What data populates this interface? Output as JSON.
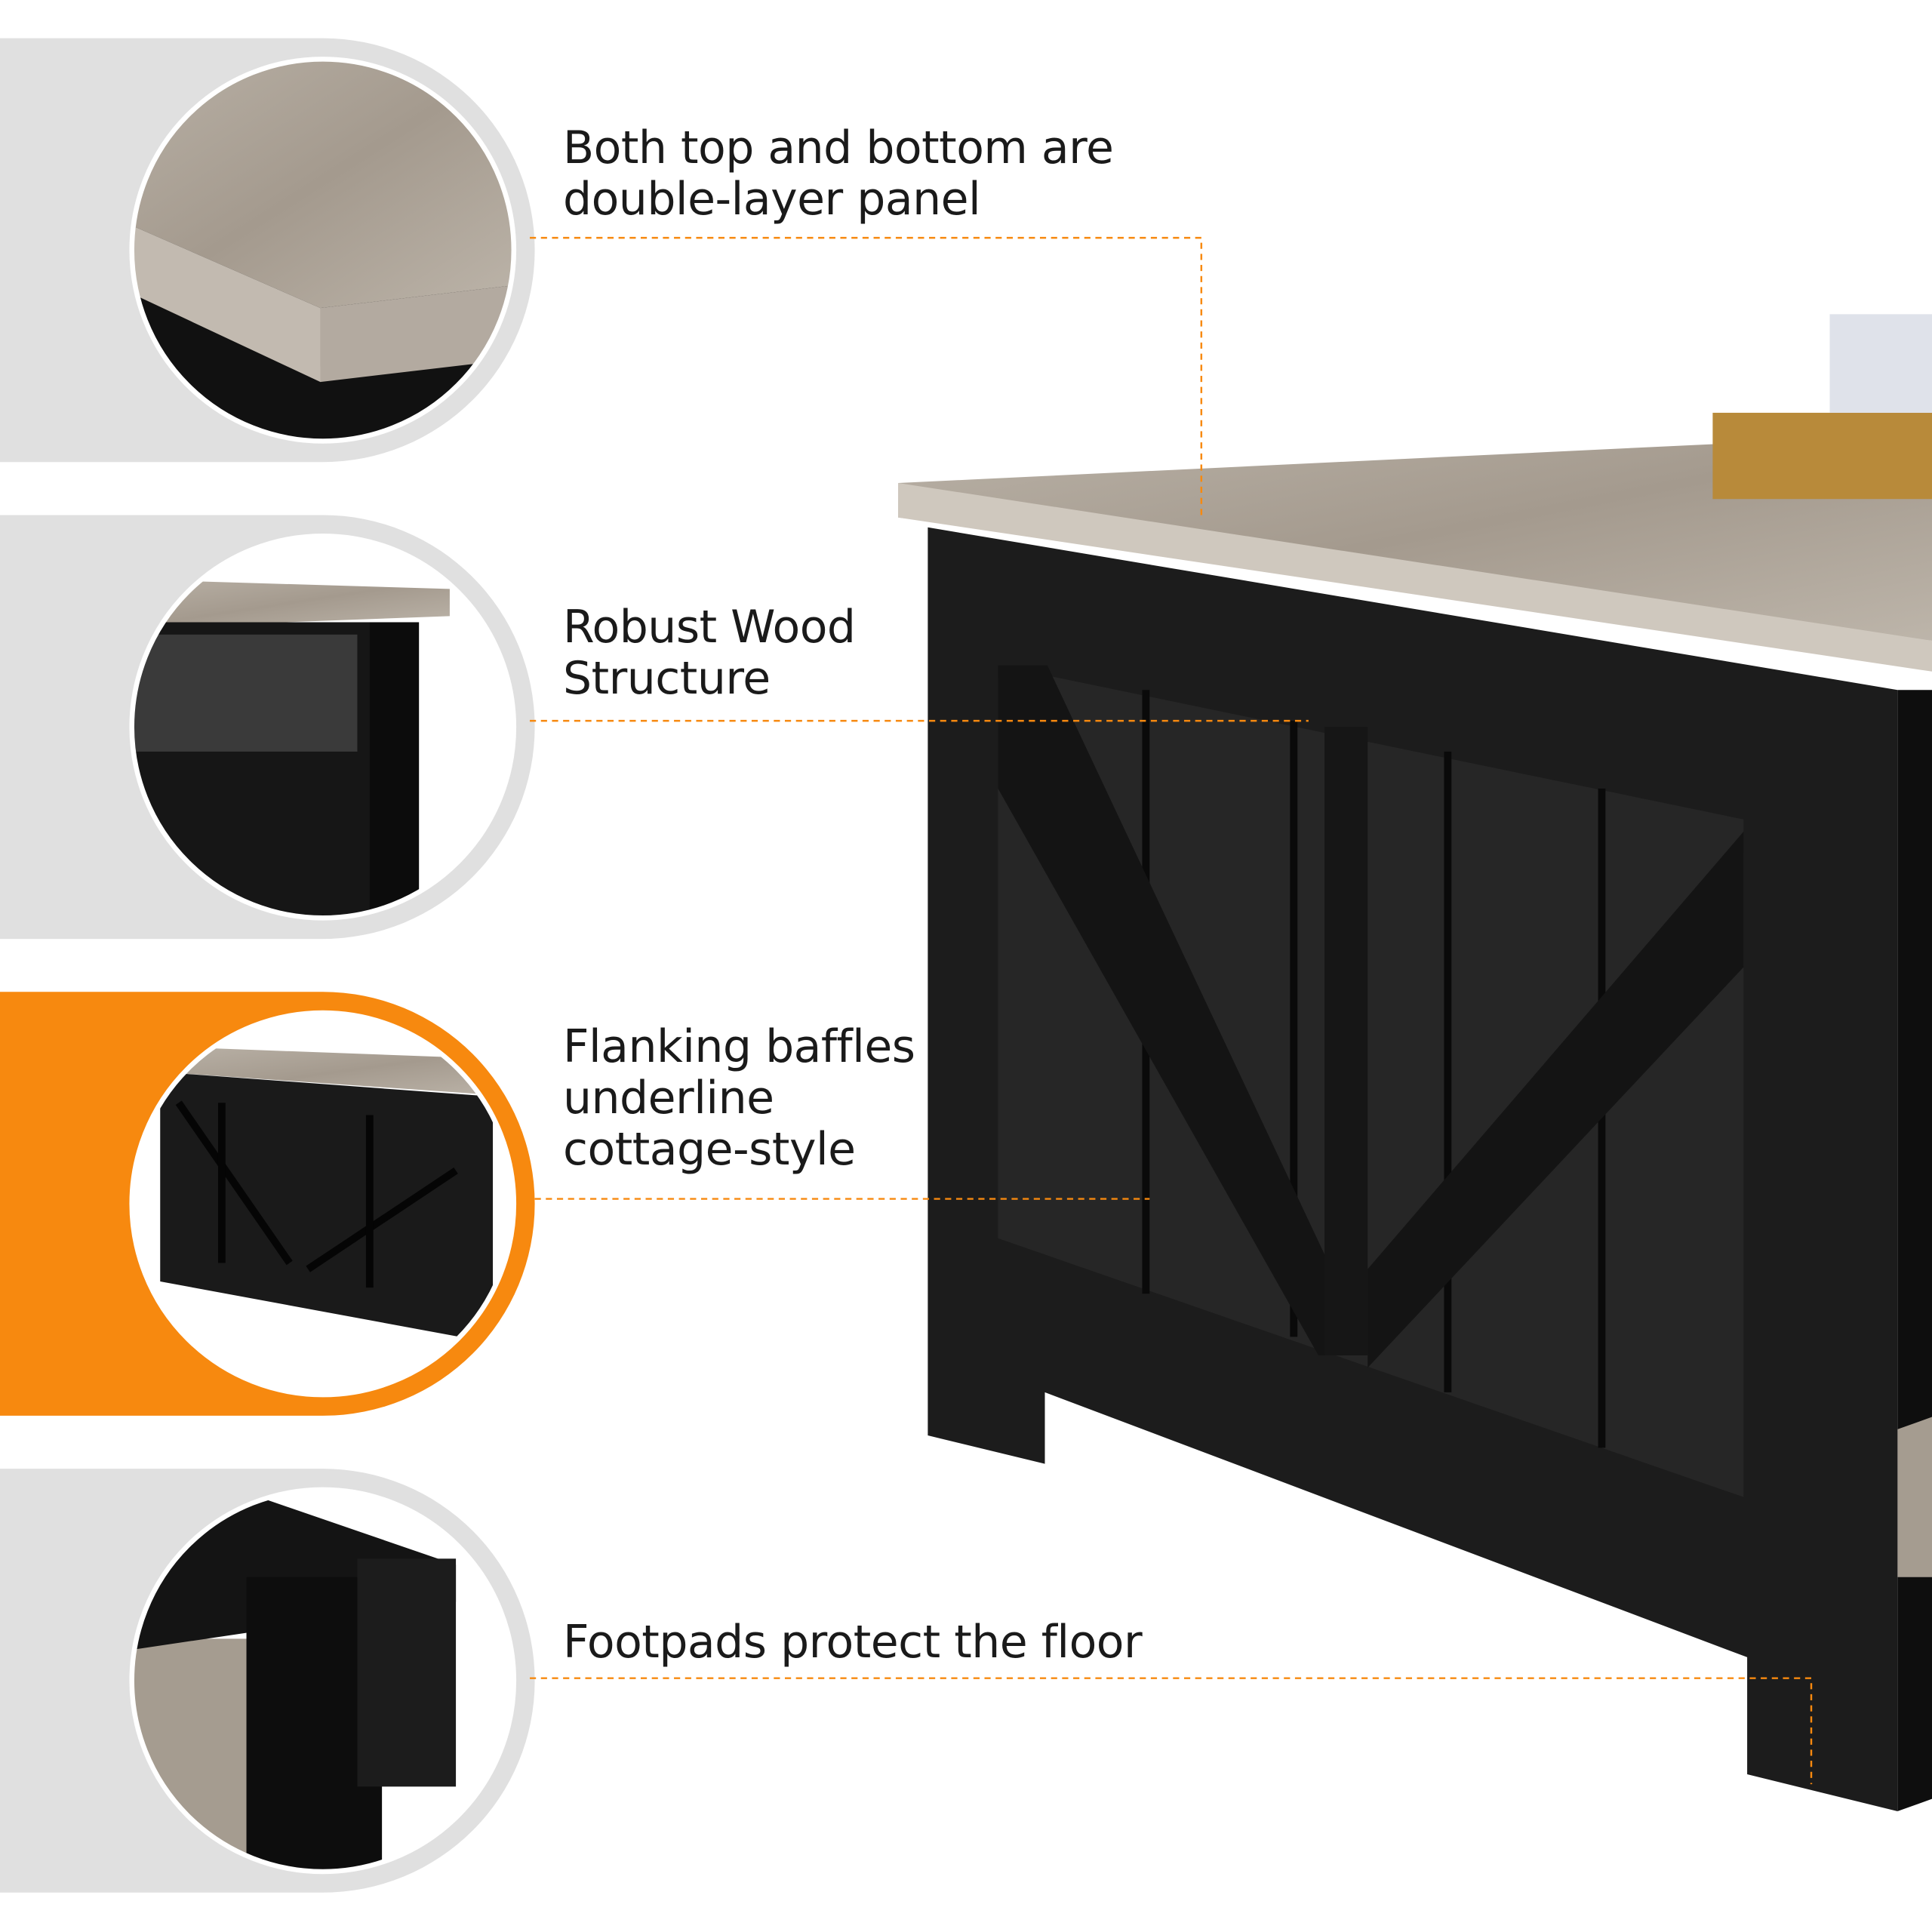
{
  "features": [
    {
      "lines": [
        "Both top and bottom are",
        "double-layer panel"
      ],
      "highlighted": false
    },
    {
      "lines": [
        "Robust Wood",
        "Structure"
      ],
      "highlighted": false
    },
    {
      "lines": [
        "Flanking baffles",
        "underline",
        "cottage-style"
      ],
      "highlighted": true
    },
    {
      "lines": [
        "Footpads protect the floor"
      ],
      "highlighted": false
    }
  ],
  "colors": {
    "accent": "#f7890f",
    "panel_gray": "#e0e0e0",
    "table_black": "#1c1c1c",
    "wood_gray": "#a89f94",
    "text": "#1a1a1a"
  }
}
